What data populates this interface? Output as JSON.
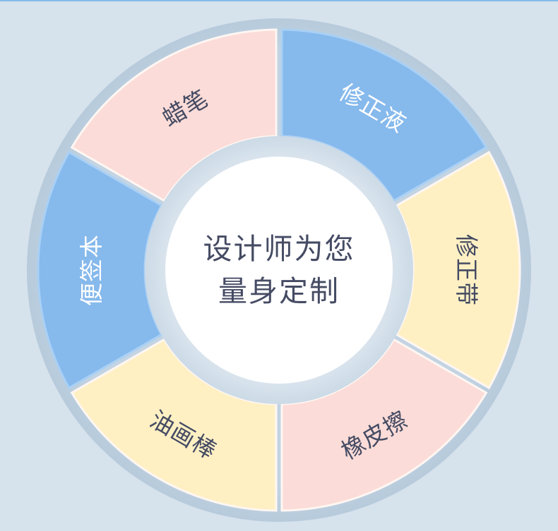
{
  "diagram": {
    "type": "segmented-ring",
    "center": {
      "line1": "设计师为您",
      "line2": "量身定制"
    },
    "segments": [
      {
        "label": "修正液",
        "position": "top-right",
        "fill": "#86b9ec",
        "text_color": "#ffffff"
      },
      {
        "label": "修正带",
        "position": "right",
        "fill": "#fff0c4",
        "text_color": "#454b63"
      },
      {
        "label": "橡皮擦",
        "position": "bottom-right",
        "fill": "#fbdcd8",
        "text_color": "#454b63"
      },
      {
        "label": "油画棒",
        "position": "bottom-left",
        "fill": "#fff0c4",
        "text_color": "#454b63"
      },
      {
        "label": "便签本",
        "position": "left",
        "fill": "#86b9ec",
        "text_color": "#ffffff"
      },
      {
        "label": "蜡笔",
        "position": "top-left",
        "fill": "#fbdcd8",
        "text_color": "#454b63"
      }
    ],
    "colors": {
      "background": "#d6e2ec",
      "outer_ring": "#bccfdf",
      "inner_ring": "#d3dfea",
      "center_fill": "#ffffff",
      "top_accent_line": "#86b9ec"
    }
  }
}
